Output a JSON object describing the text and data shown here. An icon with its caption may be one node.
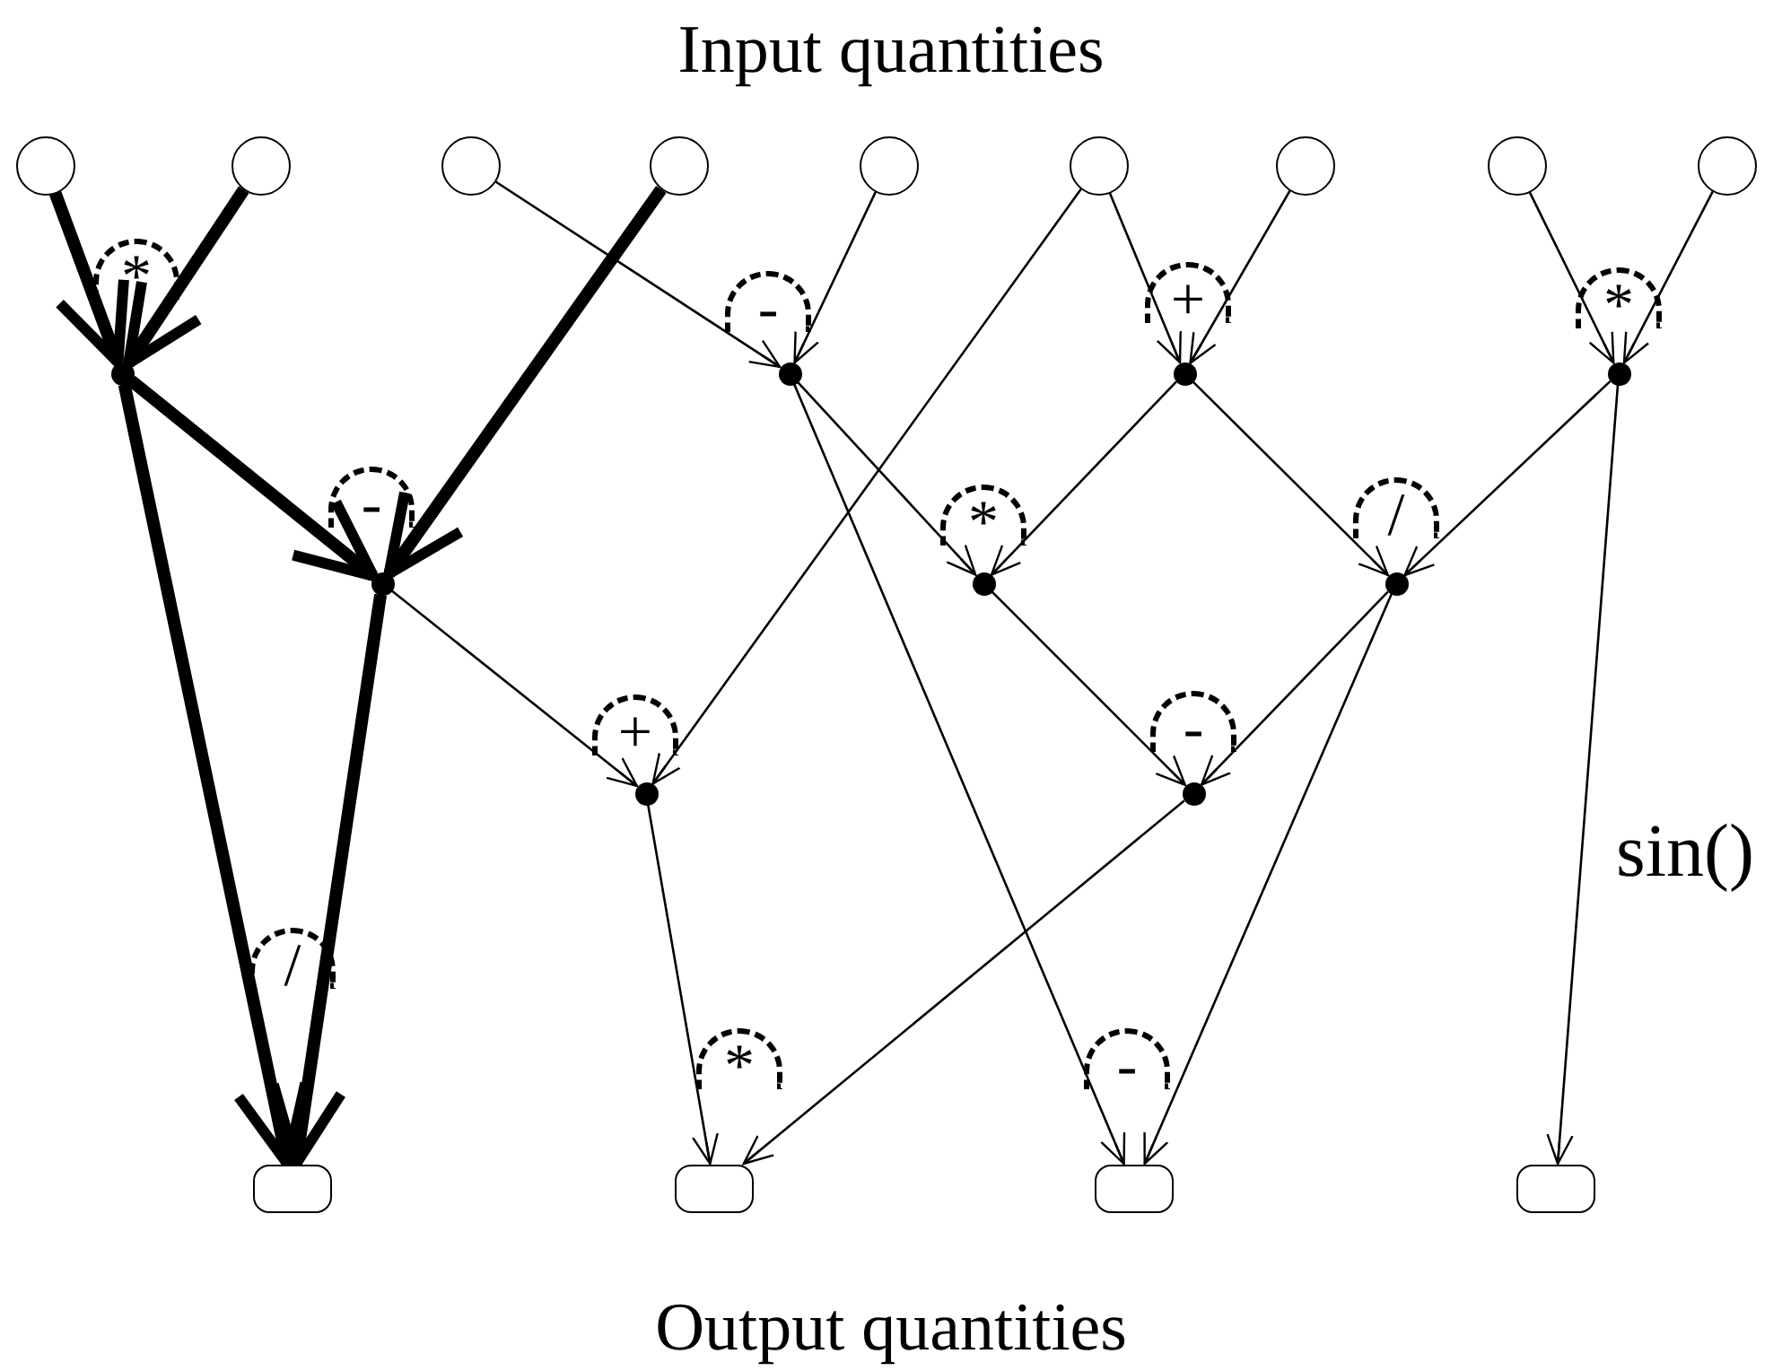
{
  "diagram": {
    "nodes": [
      {
        "text": [],
        "shape": "circle"
      },
      {
        "text": [],
        "shape": "circle"
      },
      {
        "text": [],
        "shape": "circle"
      },
      {
        "text": [],
        "shape": "circle"
      },
      {
        "text": [],
        "shape": "circle"
      },
      {
        "text": [],
        "shape": "circle"
      },
      {
        "text": [],
        "shape": "circle"
      },
      {
        "text": [],
        "shape": "circle"
      },
      {
        "text": [],
        "shape": "circle"
      },
      {
        "text": [],
        "shape": "dot",
        "beside": [
          "*"
        ]
      },
      {
        "text": [],
        "shape": "dot",
        "beside": [
          "-"
        ]
      },
      {
        "text": [],
        "shape": "dot",
        "beside": [
          "+"
        ]
      },
      {
        "text": [],
        "shape": "dot",
        "beside": [
          "*"
        ]
      },
      {
        "text": [],
        "shape": "dot",
        "beside": [
          "-"
        ]
      },
      {
        "text": [],
        "shape": "dot",
        "beside": [
          "*"
        ]
      },
      {
        "text": [],
        "shape": "dot",
        "beside": [
          "/"
        ]
      },
      {
        "text": [],
        "shape": "dot",
        "beside": [
          "+"
        ]
      },
      {
        "text": [],
        "shape": "dot",
        "beside": [
          "-"
        ]
      },
      {
        "text": [],
        "shape": "box",
        "beside": [
          "/"
        ]
      },
      {
        "text": [],
        "shape": "box",
        "beside": [
          "*"
        ]
      },
      {
        "text": [],
        "shape": "box",
        "beside": [
          "-"
        ]
      },
      {
        "text": [],
        "shape": "box"
      }
    ],
    "edges": [
      {
        "from": 0,
        "to": 9,
        "arrow": "to",
        "style": "thick"
      },
      {
        "from": 1,
        "to": 9,
        "arrow": "to",
        "style": "thick"
      },
      {
        "from": 9,
        "to": 13,
        "arrow": "to",
        "style": "thick"
      },
      {
        "from": 3,
        "to": 13,
        "arrow": "to",
        "style": "thick"
      },
      {
        "from": 9,
        "to": 18,
        "arrow": "to",
        "style": "thick"
      },
      {
        "from": 13,
        "to": 18,
        "arrow": "to",
        "style": "thick"
      },
      {
        "from": 2,
        "to": 10,
        "arrow": "to"
      },
      {
        "from": 4,
        "to": 10,
        "arrow": "to"
      },
      {
        "from": 5,
        "to": 11,
        "arrow": "to"
      },
      {
        "from": 6,
        "to": 11,
        "arrow": "to"
      },
      {
        "from": 7,
        "to": 12,
        "arrow": "to"
      },
      {
        "from": 8,
        "to": 12,
        "arrow": "to"
      },
      {
        "from": 10,
        "to": 14,
        "arrow": "to"
      },
      {
        "from": 11,
        "to": 14,
        "arrow": "to"
      },
      {
        "from": 11,
        "to": 15,
        "arrow": "to"
      },
      {
        "from": 12,
        "to": 15,
        "arrow": "to"
      },
      {
        "from": 13,
        "to": 16,
        "arrow": "to"
      },
      {
        "from": 5,
        "to": 16,
        "arrow": "to"
      },
      {
        "from": 14,
        "to": 17,
        "arrow": "to"
      },
      {
        "from": 15,
        "to": 17,
        "arrow": "to"
      },
      {
        "from": 16,
        "to": 19,
        "arrow": "to"
      },
      {
        "from": 17,
        "to": 19,
        "arrow": "to"
      },
      {
        "from": 10,
        "to": 20,
        "arrow": "to"
      },
      {
        "from": 15,
        "to": 20,
        "arrow": "to"
      },
      {
        "from": 12,
        "to": 21,
        "arrow": "to",
        "label": "sin()"
      }
    ],
    "labels": [
      "Input quantities",
      "Output quantities"
    ]
  }
}
